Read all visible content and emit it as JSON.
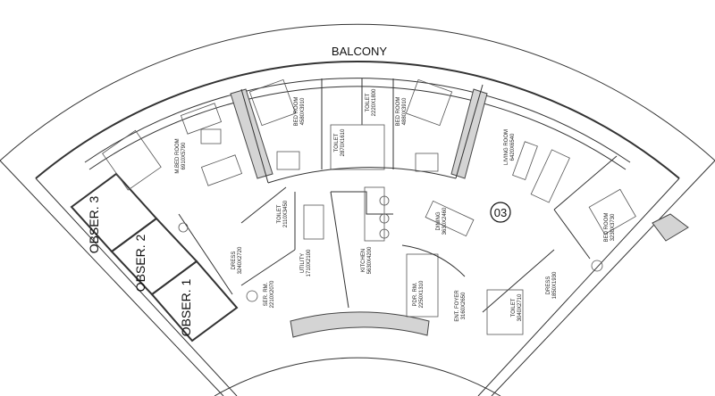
{
  "plan": {
    "unit_number": "03",
    "balcony": "BALCONY",
    "rooms": {
      "m_bed": {
        "name": "M.BED ROOM",
        "size": "6910X5790"
      },
      "bed1": {
        "name": "BED ROOM",
        "size": "4580X3910"
      },
      "toilet1": {
        "name": "TOILET",
        "size": "2220X1800"
      },
      "toilet2": {
        "name": "TOILET",
        "size": "2870X1610"
      },
      "bed2": {
        "name": "BED ROOM",
        "size": "4880X3910"
      },
      "living": {
        "name": "LIVING ROOM",
        "size": "6420X6540"
      },
      "dining": {
        "name": "DINING",
        "size": "3630X2460"
      },
      "bed3": {
        "name": "BED ROOM",
        "size": "3230X3730"
      },
      "toilet3": {
        "name": "TOILET",
        "size": "2110X3450"
      },
      "utility": {
        "name": "UTILITY",
        "size": "1710X2100"
      },
      "dress1": {
        "name": "DRESS",
        "size": "3240X2720"
      },
      "kitchen": {
        "name": "KITCHEN",
        "size": "5630X4200"
      },
      "ser_rm": {
        "name": "SER. RM.",
        "size": "2210X2070"
      },
      "pdr_rm": {
        "name": "PDR. RM.",
        "size": "2250X1310"
      },
      "foyer": {
        "name": "ENT. FOYER",
        "size": "3160X2650"
      },
      "toilet4": {
        "name": "TOILET",
        "size": "3040X2710"
      },
      "dress2": {
        "name": "DRESS",
        "size": "1850X1930"
      }
    },
    "observation": [
      "OBSER. 3",
      "OBSER. 2",
      "OBSER. 1"
    ]
  }
}
